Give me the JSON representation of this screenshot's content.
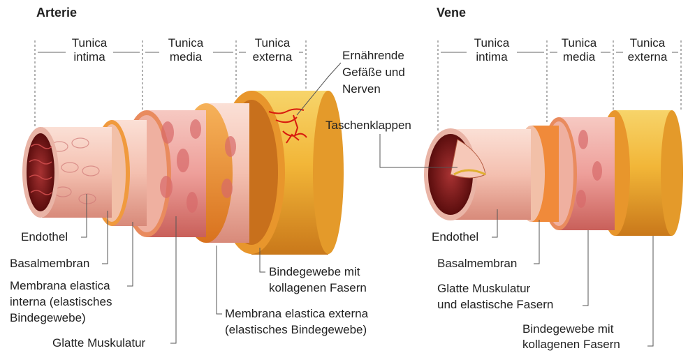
{
  "artery": {
    "title": "Arterie",
    "layer_headers": {
      "intima_1": "Tunica",
      "intima_2": "intima",
      "media_1": "Tunica",
      "media_2": "media",
      "externa_1": "Tunica",
      "externa_2": "externa"
    },
    "labels": {
      "nutrient_1": "Ernährende",
      "nutrient_2": "Gefäße und",
      "nutrient_3": "Nerven",
      "endothel": "Endothel",
      "basalmembran": "Basalmembran",
      "elastica_interna_1": "Membrana elastica",
      "elastica_interna_2": "interna (elastisches",
      "elastica_interna_3": "Bindegewebe)",
      "glatte_muskulatur": "Glatte Muskulatur",
      "bindegewebe_1": "Bindegewebe mit",
      "bindegewebe_2": "kollagenen Fasern",
      "elastica_externa_1": "Membrana elastica externa",
      "elastica_externa_2": "(elastisches Bindegewebe)"
    }
  },
  "vein": {
    "title": "Vene",
    "layer_headers": {
      "intima_1": "Tunica",
      "intima_2": "intima",
      "media_1": "Tunica",
      "media_2": "media",
      "externa_1": "Tunica",
      "externa_2": "externa"
    },
    "labels": {
      "taschenklappen": "Taschenklappen",
      "endothel": "Endothel",
      "basalmembran": "Basalmembran",
      "muskulatur_1": "Glatte Muskulatur",
      "muskulatur_2": "und elastische Fasern",
      "bindegewebe_1": "Bindegewebe mit",
      "bindegewebe_2": "kollagenen Fasern"
    }
  },
  "colors": {
    "externa": "#f0b83c",
    "externa_dark": "#d88a18",
    "media": "#f0a8a8",
    "intima": "#f5c6b8",
    "lumen": "#7a1a1a",
    "leader": "#555555"
  }
}
